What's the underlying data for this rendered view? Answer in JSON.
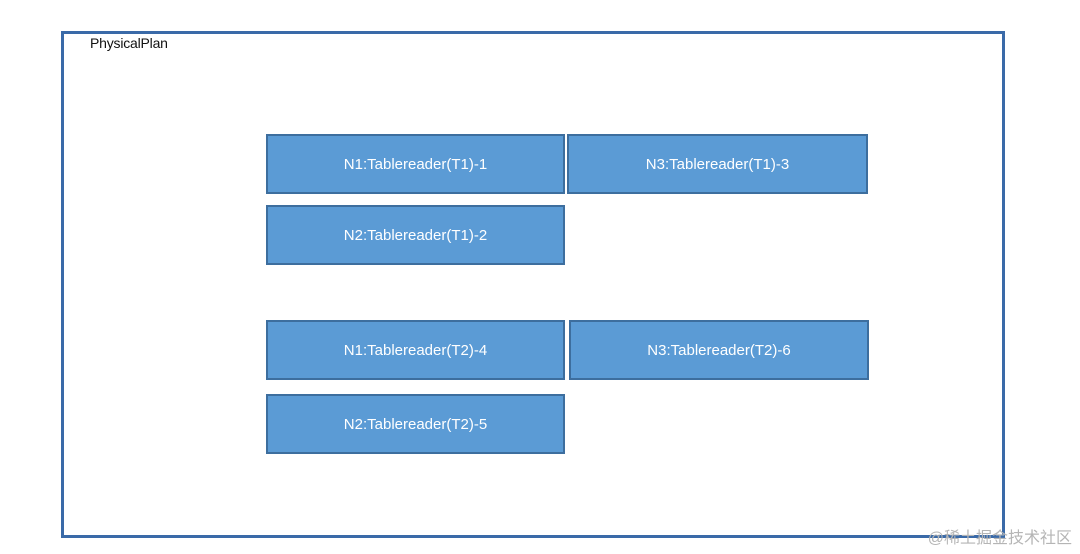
{
  "diagram": {
    "title": "PhysicalPlan",
    "nodes": {
      "n1": "N1:Tablereader(T1)-1",
      "n3": "N3:Tablereader(T1)-3",
      "n2": "N2:Tablereader(T1)-2",
      "n4": "N1:Tablereader(T2)-4",
      "n6": "N3:Tablereader(T2)-6",
      "n5": "N2:Tablereader(T2)-5"
    },
    "colors": {
      "frame_border": "#3a6aa8",
      "node_fill": "#5b9bd5",
      "node_border": "#3d6e9e",
      "node_text": "#ffffff"
    }
  },
  "watermark": "@稀土掘金技术社区"
}
